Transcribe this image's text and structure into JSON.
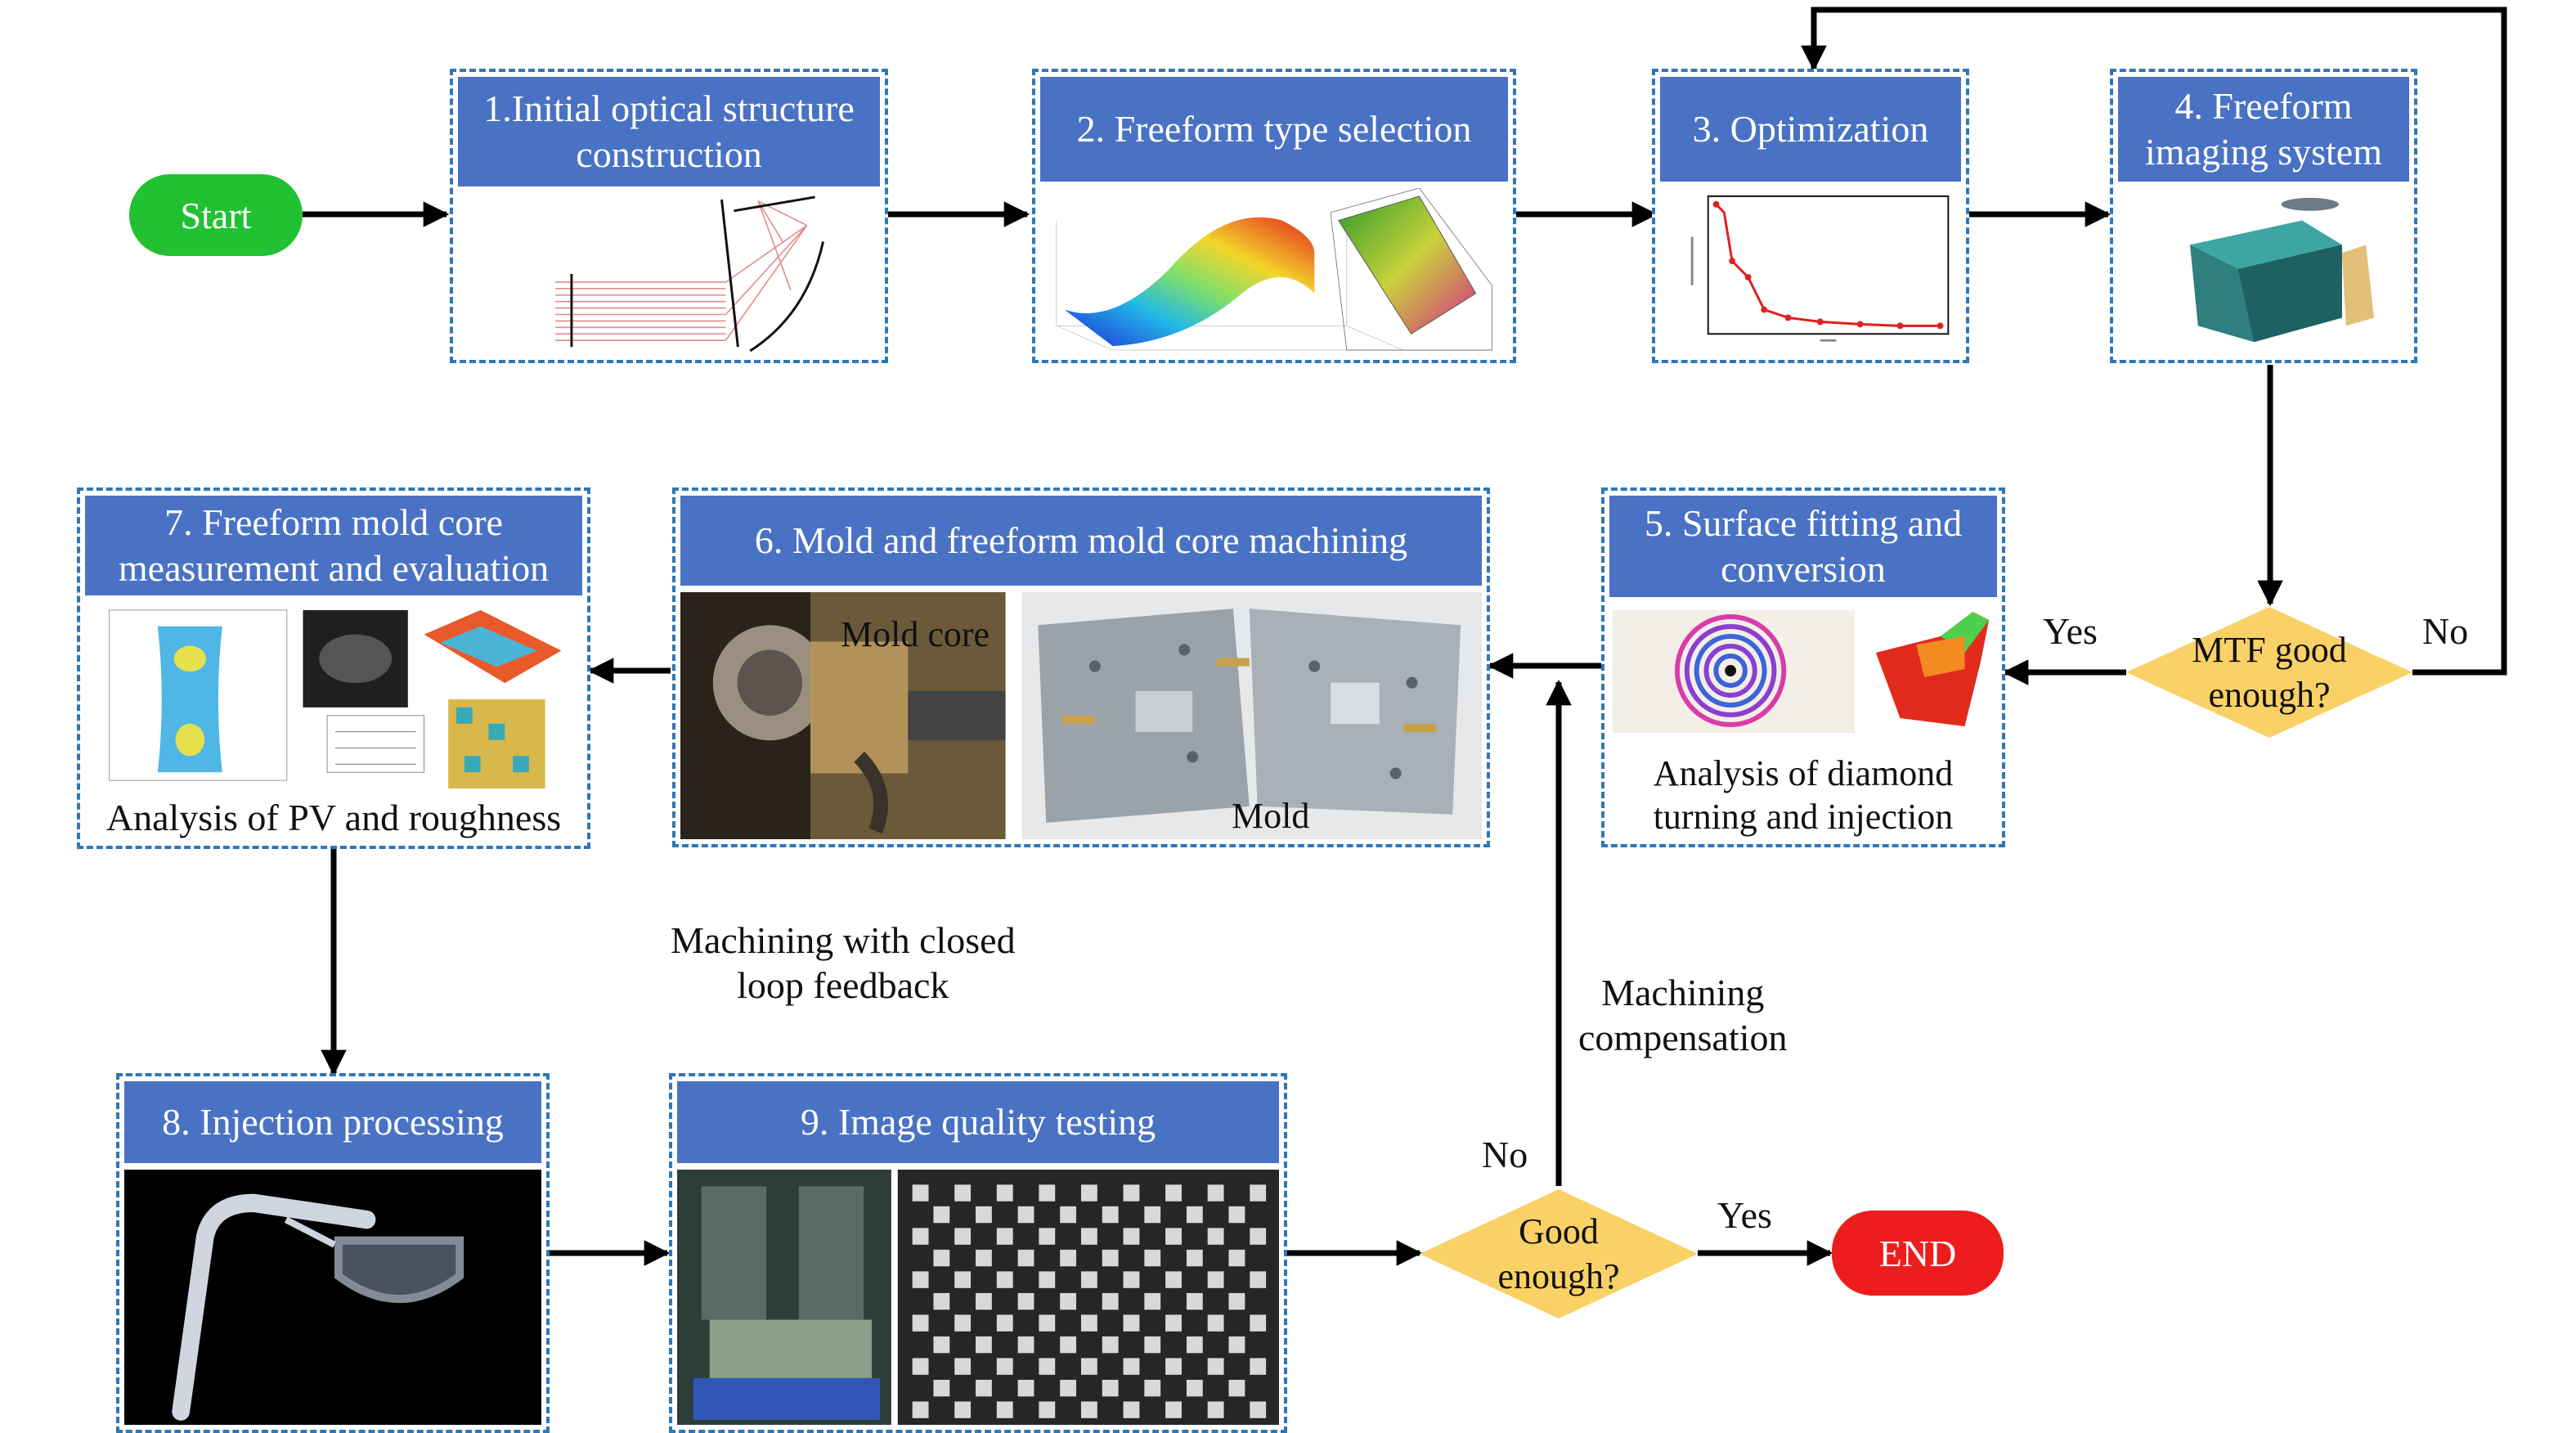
{
  "terminals": {
    "start": "Start",
    "end": "END"
  },
  "steps": {
    "s1": {
      "title": "1.Initial optical structure\nconstruction"
    },
    "s2": {
      "title": "2. Freeform type selection"
    },
    "s3": {
      "title": "3. Optimization"
    },
    "s4": {
      "title": "4. Freeform\nimaging system"
    },
    "s5": {
      "title": "5. Surface fitting and\nconversion",
      "caption": "Analysis of diamond\nturning and injection"
    },
    "s6": {
      "title": "6. Mold and freeform mold core machining",
      "caption_left": "Mold core",
      "caption_right": "Mold"
    },
    "s7": {
      "title": "7. Freeform mold core\nmeasurement and evaluation",
      "caption": "Analysis of  PV and roughness"
    },
    "s8": {
      "title": "8. Injection processing"
    },
    "s9": {
      "title": "9.  Image quality testing"
    }
  },
  "decisions": {
    "mtf": {
      "label": "MTF good\nenough?",
      "yes": "Yes",
      "no": "No"
    },
    "good": {
      "label": "Good\nenough?",
      "yes": "Yes",
      "no": "No"
    }
  },
  "notes": {
    "closed_loop": "Machining with closed\nloop feedback",
    "compensation": "Machining\ncompensation"
  },
  "colors": {
    "header_blue": "#4a72c4",
    "dashed_border": "#2f77b8",
    "start_green": "#22c132",
    "end_red": "#ee1d1d",
    "decision_yellow": "#fad166"
  }
}
